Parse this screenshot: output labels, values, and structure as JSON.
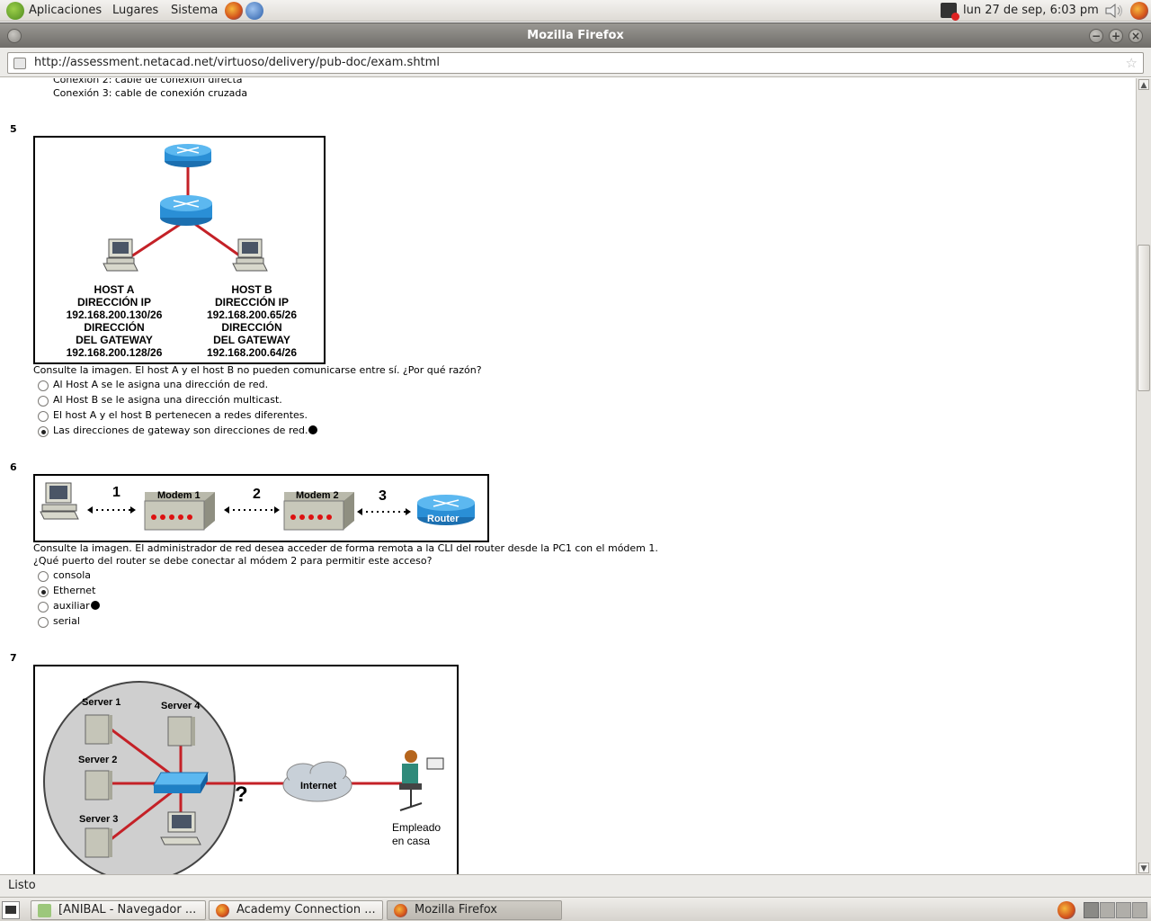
{
  "panel": {
    "apps": "Aplicaciones",
    "places": "Lugares",
    "system": "Sistema",
    "clock": "lun 27 de sep,  6:03 pm"
  },
  "window": {
    "title": "Mozilla Firefox",
    "url": "http://assessment.netacad.net/virtuoso/delivery/pub-doc/exam.shtml"
  },
  "page": {
    "prev_line1": "Conexión 2: cable de conexión directa",
    "prev_line2": "Conexión 3: cable de conexión cruzada",
    "questions": [
      {
        "number": "5",
        "figure": {
          "hostA": [
            "HOST A",
            "DIRECCIÓN IP",
            "192.168.200.130/26",
            "DIRECCIÓN",
            "DEL GATEWAY",
            "192.168.200.128/26"
          ],
          "hostB": [
            "HOST B",
            "DIRECCIÓN IP",
            "192.168.200.65/26",
            "DIRECCIÓN",
            "DEL GATEWAY",
            "192.168.200.64/26"
          ]
        },
        "prompt": "Consulte la imagen. El host A y el host B no pueden comunicarse entre sí. ¿Por qué razón?",
        "options": [
          {
            "label": "Al Host A se le asigna una dirección de red.",
            "selected": false,
            "marked": false
          },
          {
            "label": "Al Host B se le asigna una dirección multicast.",
            "selected": false,
            "marked": false
          },
          {
            "label": "El host A y el host B pertenecen a redes diferentes.",
            "selected": false,
            "marked": false
          },
          {
            "label": "Las direcciones de gateway son direcciones de red.",
            "selected": true,
            "marked": true
          }
        ]
      },
      {
        "number": "6",
        "figure": {
          "labels": [
            "1",
            "2",
            "3"
          ],
          "modem1": "Modem 1",
          "modem2": "Modem 2",
          "router": "Router"
        },
        "prompt_line1": "Consulte la imagen. El administrador de red desea acceder de forma remota a la CLI del router desde la PC1 con el módem 1.",
        "prompt_line2": "¿Qué puerto del router se debe conectar al módem 2 para permitir este acceso?",
        "options": [
          {
            "label": "consola",
            "selected": false,
            "marked": false
          },
          {
            "label": "Ethernet",
            "selected": true,
            "marked": false
          },
          {
            "label": "auxiliar",
            "selected": false,
            "marked": true
          },
          {
            "label": "serial",
            "selected": false,
            "marked": false
          }
        ]
      },
      {
        "number": "7",
        "figure": {
          "servers": [
            "Server 1",
            "Server 2",
            "Server 3",
            "Server 4"
          ],
          "internet": "Internet",
          "question_mark": "?",
          "employee_line1": "Empleado",
          "employee_line2": "en casa"
        }
      }
    ]
  },
  "status": "Listo",
  "taskbar": [
    {
      "label": "[ANIBAL - Navegador ...",
      "active": false
    },
    {
      "label": "Academy Connection ...",
      "active": false
    },
    {
      "label": "Mozilla Firefox",
      "active": true
    }
  ],
  "colors": {
    "link": "#c42127",
    "device_blue": "#1f7fc4"
  }
}
